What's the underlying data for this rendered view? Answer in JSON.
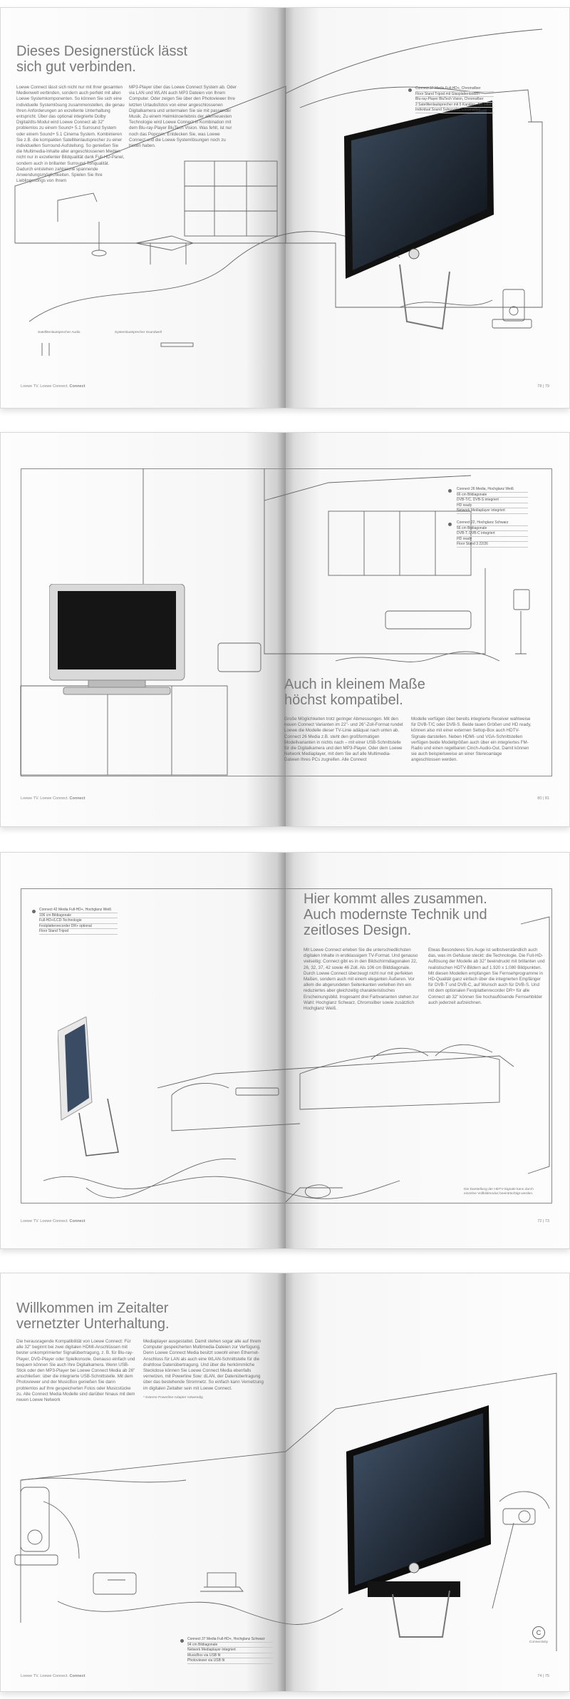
{
  "footer_label": "Loewe TV. Loewe Connect.",
  "footer_brand": "Connect",
  "spreads": [
    {
      "headline_1": "Dieses Designerstück lässt",
      "headline_2": "sich gut verbinden.",
      "col_1": "Loewe Connect lässt sich nicht nur mit Ihrer gesamten Medienwelt verbinden, sondern auch perfekt mit allen Loewe Systemkomponenten. So können Sie sich eine individuelle Systemlösung zusammenstellen, die genau Ihren Anforderungen an exzellente Unterhaltung entspricht. Über das optional integrierte Dolby Digital/dts-Modul wird Loewe Connect ab 32\" problemlos zu einem Sound+ 5.1 Surround System oder einem Sound+ 5.1 Cinema System. Kombinieren Sie z.B. die kompakten Satellitenlautsprecher zu einer individuellen Surround-Aufstellung. So genießen Sie die Multimedia-Inhalte aller angeschlossenen Medien nicht nur in exzellenter Bildqualität dank Full-HD-Panel, sondern auch in brillanter Surround-Tonqualität. Dadurch entstehen zahlreiche spannende Anwendungsmöglichkeiten. Spielen Sie Ihre Lieblingssongs von Ihrem",
      "col_2": "MP3-Player über das Loewe Connect System ab. Oder via LAN und WLAN auch MP3 Dateien von Ihrem Computer. Oder zeigen Sie über den Photoviewer Ihre letzten Urlaubsfotos von einer angeschlossenen Digitalkamera und untermalen Sie sie mit passender Musik. Zu einem Heimkinoerlebnis der allerneuesten Technologie wird Loewe Connect in Kombination mit dem Blu-ray-Player BluTech Vision. Was fehlt, ist nur noch das Popcorn. Entdecken Sie, was Loewe Connect und die Loewe Systemlösungen noch zu bieten haben.",
      "spec": [
        "Connect 37 Media Full-HD+, Chromsilber",
        "Floor Stand Tripod mit Glasplattenboden",
        "Blu-ray-Player BluTech Vision, Chromsilber",
        "2 Satellitenlautsprecher mit 5 Kanälen, Alu Silber",
        "Individual Sound Subwoofer, Chromsilber"
      ],
      "label_a": "Satellitenlautsprecher Audio",
      "label_b": "Systemlautsprecher Soundwell",
      "page_numbers": "78 | 79"
    },
    {
      "headline_1": "Auch in kleinem Maße",
      "headline_2": "höchst kompatibel.",
      "col_1": "Große Möglichkeiten trotz geringer Abmessungen. Mit den neuen Connect Varianten im 22\"- und 26\"-Zoll-Format rundet Loewe die Modelle dieser TV-Linie adäquat nach unten ab. Connect 26 Media z.B. steht den großformatigen Modellvarianten in nichts nach – mit einer USB-Schnittstelle für die Digitalkamera und den MP3-Player. Oder dem Loewe Network Mediaplayer, mit dem Sie auf alle Multimedia-Dateien Ihres PCs zugreifen. Alle Connect",
      "col_2": "Modelle verfügen über bereits integrierte Receiver wahlweise für DVB-T/C oder DVB-S. Beide tauen Größen und HD ready, können also mit einer externen Settop-Box auch HDTV-Signale darstellen. Neben HDMI- und VGA-Schnittstellen verfügen beide Modellgrößen auch über ein integriertes FM-Radio und einen regelbaren Cinch-Audio-Out. Damit können sie auch beispielsweise an einer Stereoanlage angeschlossen werden.",
      "spec_a": [
        "Connect 26 Media, Hochglanz Weiß",
        "66 cm Bildiagonale",
        "DVB-T/C, DVB-S integriert",
        "HD ready",
        "Network Mediaplayer integriert"
      ],
      "spec_b": [
        "Connect 22, Hochglanz Schwarz",
        "56 cm Bildiagonale",
        "DVB-T, DVB-C integriert",
        "HD ready",
        "Floor Stand 3 22/26"
      ],
      "page_numbers": "80 | 81"
    },
    {
      "headline_1": "Hier kommt alles zusammen.",
      "headline_2": "Auch modernste Technik und",
      "headline_3": "zeitloses Design.",
      "col_1": "Mit Loewe Connect erleben Sie die unterschiedlichsten digitalen Inhalte in erstklassigem TV-Format. Und genauso vielseitig: Connect gibt es in den Bildschirmdiagonalen 22, 26, 32, 37, 42 sowie 46 Zoll. Als 106 cm Bilddiagonale. Durch Loewe Connect überzeugt nicht nur mit perfekten Maßen, sondern auch mit einem eleganten Äußeren. Vor allem die abgerundeten Seitenkanten verleihen ihm ein reduziertes aber gleichzeitig charakteristisches Erscheinungsbild. Insgesamt drei Farbvarianten stehen zur Wahl: Hochglanz Schwarz, Chromsilber sowie zusätzlich Hochglanz Weiß.",
      "col_2": "Etwas Besonderes fürs Auge ist selbstverständlich auch das, was im Gehäuse steckt: die Technologie. Die Full-HD-Auflösung der Modelle ab 32\" beeindruckt mit brillanten und realistischen HDTV-Bildern auf 1.920 x 1.080 Bildpunkten. Mit diesen Modellen empfangen Sie Fernsehprogramme in HD-Qualität ganz einfach über die integrierten Empfänger für DVB-T und DVB-C, auf Wunsch auch für DVB-S. Und mit dem optionalen Festplattenrecorder DR+ für alle Connect ab 32\" können Sie hochauflösende Fernsehbilder auch jederzeit aufzeichnen.",
      "spec": [
        "Connect 42 Media Full-HD+, Hochglanz Weiß",
        "106 cm Bildiagonale",
        "Full-HD+/LCD-Technologie",
        "Festplattenrecorder DR+ optional",
        "Floor Stand Tripod"
      ],
      "note": "Die Darstellung der HDTV-Signale kann durch einzelne Vollbildmodus beeinträchtigt werden.",
      "page_numbers": "72 | 73"
    },
    {
      "headline_1": "Willkommen im Zeitalter",
      "headline_2": "vernetzter Unterhaltung.",
      "col_1": "Die herausragende Kompatibilität von Loewe Connect: Für alle 32\" beginnt bei zwei digitalen HDMI-Anschlüssen mit bester unkomprimierter Signalübertragung, z. B. für Blu-ray-Player, DVD-Player oder Spielkonsole. Genauso einfach und bequem können Sie auch Ihre Digitalkamera. Wenn USB-Stick oder den MP3-Player bei Loewe Connect Media ab 26\" anschließen: über die integrierte USB-Schnittstelle. Mit dem Photoviewer und der MusicBox genießen Sie dann problemlos auf Ihre gespeicherten Fotos oder Musicstücke zu. Alle Connect Media Modelle sind darüber hinaus mit dem neuen Loewe Network",
      "col_2": "Mediaplayer ausgestattet. Damit stehen sogar alle auf Ihrem Computer gespeicherten Multimedia-Dateien zur Verfügung. Denn Loewe Connect Media besitzt sowohl einen Ethernet-Anschluss für LAN als auch eine WLAN-Schnittstelle für die drahtlose Datenübertragung. Und über die herkömmliche Steckdose können Sie Loewe Connect Media ebenfalls vernetzen, mit Powerline Sow: dLAN, der Datenübertragung über das bestehende Stromnetz. So einfach kann Vernetzung im digitalen Zeitalter sein mit Loewe Connect.",
      "footnote": "* Externe Powerline-Adapter notwendig",
      "spec": [
        "Connect 37 Media Full-HD+, Hochglanz Schwarz",
        "94 cm Bildiagonale",
        "Network Mediaplayer integriert",
        "MusicBox via USB fit",
        "Photoviewer via USB fit"
      ],
      "badge_label": "Connectivity",
      "page_numbers": "74 | 75"
    }
  ]
}
